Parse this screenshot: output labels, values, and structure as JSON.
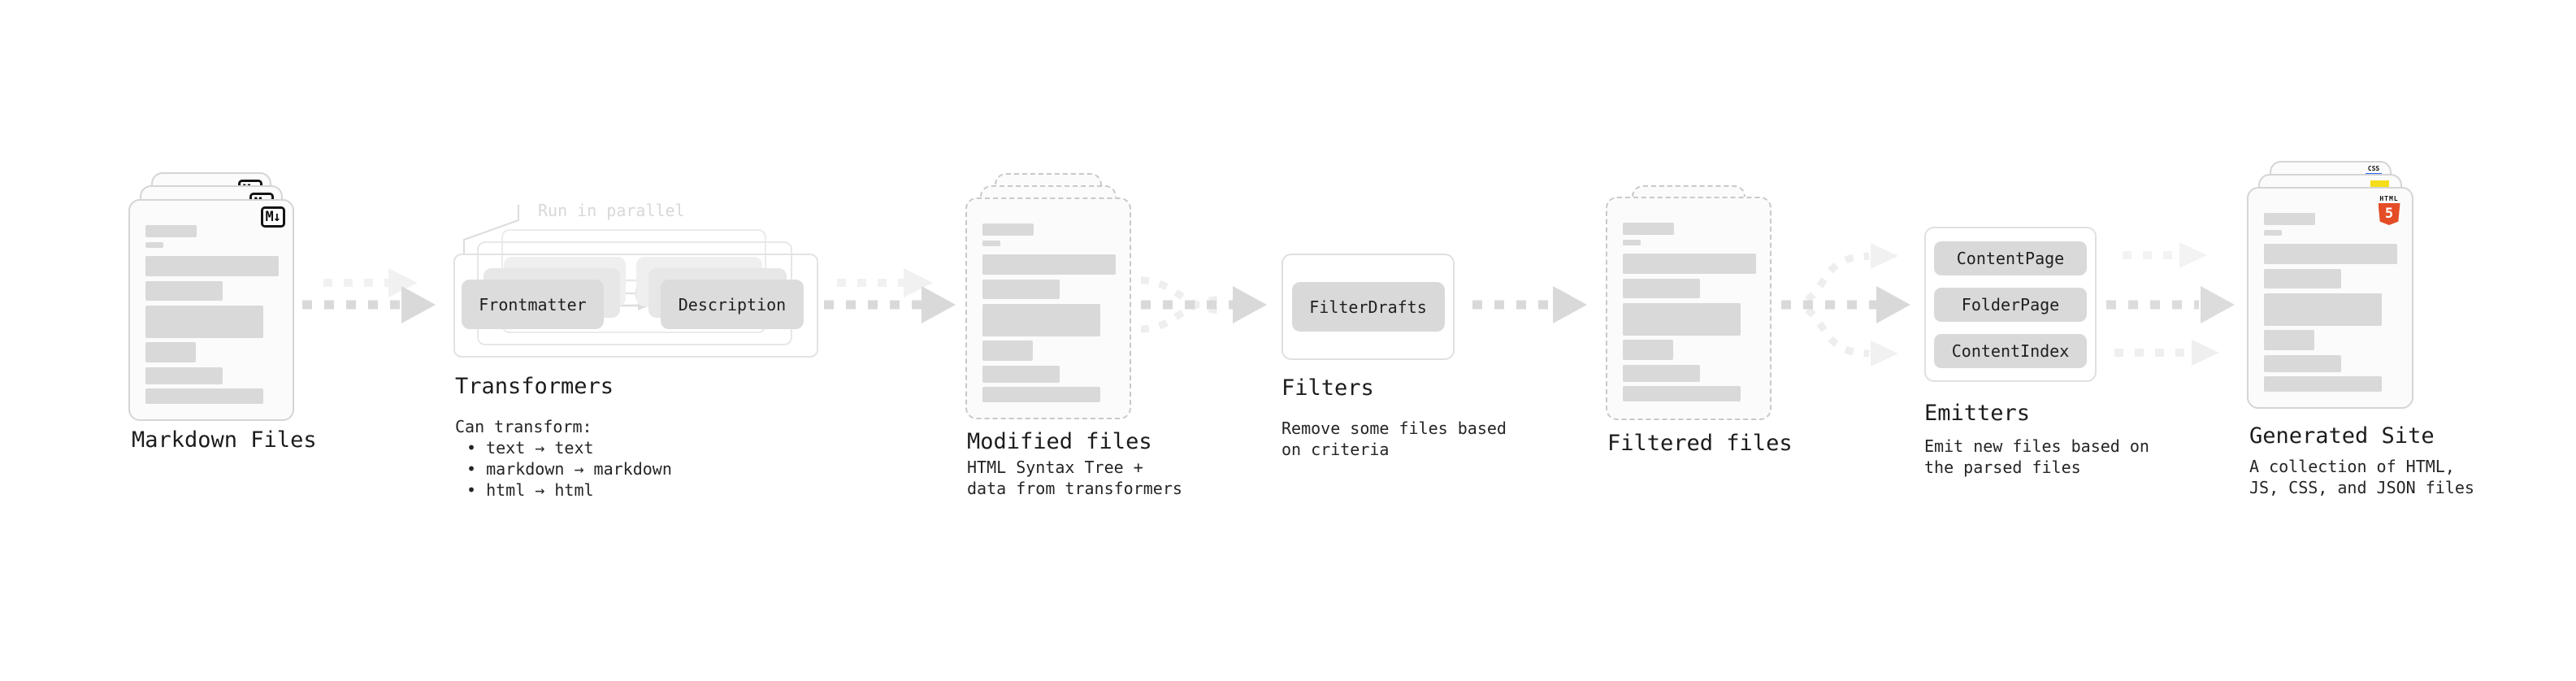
{
  "markdown_files": {
    "badge": "M↓",
    "label": "Markdown Files"
  },
  "transformers": {
    "callout": "Run in parallel",
    "pill_left": "Frontmatter",
    "pill_right": "Description",
    "heading": "Transformers",
    "description": [
      "Can transform:",
      "• text → text",
      "• markdown → markdown",
      "• html → html"
    ]
  },
  "modified_files": {
    "heading": "Modified files",
    "description": [
      "HTML Syntax Tree +",
      "data from transformers"
    ]
  },
  "filters": {
    "heading": "Filters",
    "pill": "FilterDrafts",
    "description": [
      "Remove some files based",
      "on criteria"
    ]
  },
  "filtered_files": {
    "heading": "Filtered files"
  },
  "emitters": {
    "heading": "Emitters",
    "pills": [
      "ContentPage",
      "FolderPage",
      "ContentIndex"
    ],
    "description": [
      "Emit new files based on",
      "the parsed files"
    ]
  },
  "generated_site": {
    "heading": "Generated Site",
    "description": [
      "A collection of HTML,",
      "JS, CSS, and JSON files"
    ],
    "badges": {
      "html_label": "HTML",
      "html_number": "5",
      "css_label": "CSS"
    }
  },
  "colors": {
    "background": "#ffffff",
    "skeleton_bar": "#d9d9d9",
    "pill_gray": "#dcdcdc",
    "doc_border": "#d5d5d5",
    "dashed_border": "#c9c9c9",
    "arrow_dark": "#d9d9d9",
    "arrow_light": "#f1f1f1",
    "text": "#1f1f1f",
    "muted_label": "#d8d8d8",
    "html5_orange": "#e44d26",
    "js_yellow": "#f5de19",
    "css_blue": "#2965f1"
  }
}
